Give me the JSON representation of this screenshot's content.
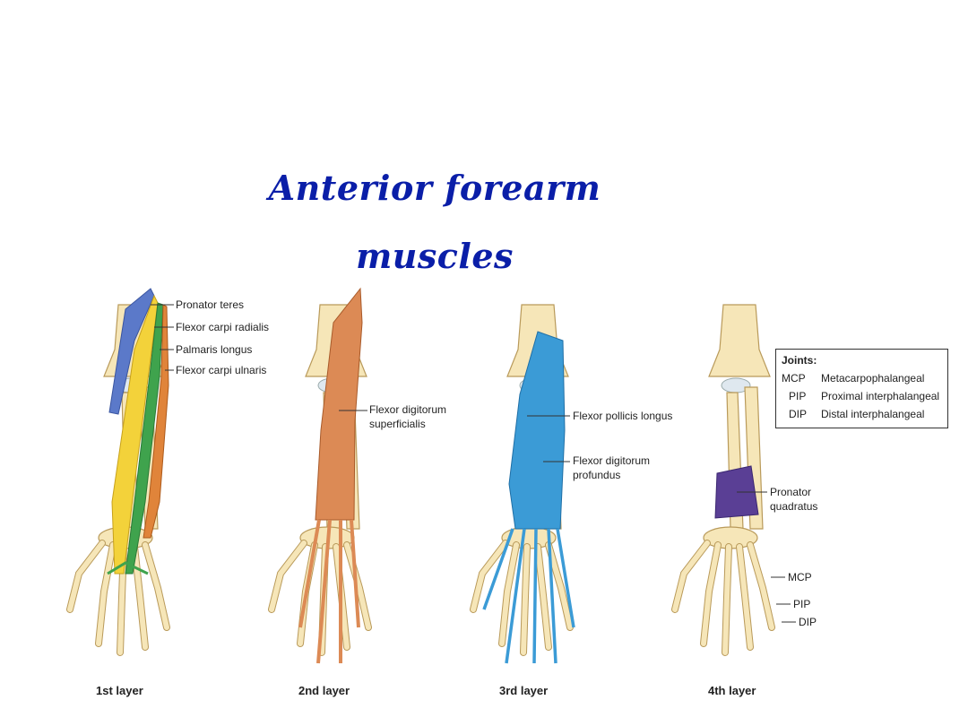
{
  "title": {
    "line1": "Anterior forearm",
    "line2": "muscles"
  },
  "layers": [
    {
      "name": "1st layer",
      "labels": [
        "Pronator teres",
        "Flexor carpi radialis",
        "Palmaris longus",
        "Flexor carpi ulnaris"
      ]
    },
    {
      "name": "2nd layer",
      "labels": [
        "Flexor digitorum",
        "superficialis"
      ]
    },
    {
      "name": "3rd layer",
      "labels": [
        "Flexor pollicis longus",
        "Flexor digitorum",
        "profundus"
      ]
    },
    {
      "name": "4th layer",
      "labels": [
        "Pronator",
        "quadratus",
        "MCP",
        "PIP",
        "DIP"
      ]
    }
  ],
  "joints": {
    "title": "Joints:",
    "rows": [
      {
        "abbr": "MCP",
        "full": "Metacarpophalangeal"
      },
      {
        "abbr": "PIP",
        "full": "Proximal interphalangeal"
      },
      {
        "abbr": "DIP",
        "full": "Distal interphalangeal"
      }
    ]
  },
  "colors": {
    "title": "#0a1ea8",
    "bone": "#f6e6b8",
    "pronator_teres": "#5b79c9",
    "flexor_carpi_radialis": "#f3d23a",
    "palmaris_longus": "#3fa34d",
    "flexor_carpi_ulnaris": "#e0843a",
    "superficialis": "#dc8a55",
    "deep_flexors": "#3b9bd6",
    "pronator_quadratus": "#5a3f95"
  }
}
